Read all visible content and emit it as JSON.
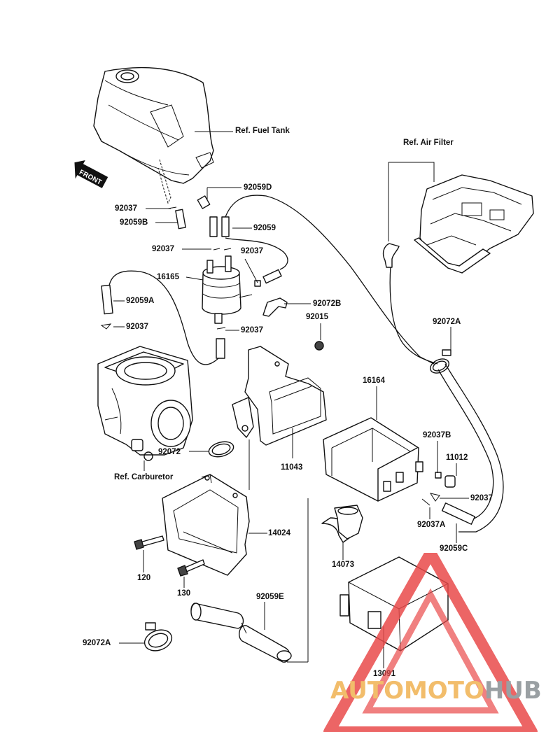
{
  "front_arrow": {
    "label": "FRONT"
  },
  "refs": {
    "fuel_tank": "Ref. Fuel Tank",
    "air_filter": "Ref. Air Filter",
    "carburetor": "Ref. Carburetor"
  },
  "part_labels": {
    "p92059D": "92059D",
    "p92037_a": "92037",
    "p92059B": "92059B",
    "p92059": "92059",
    "p92037_b": "92037",
    "p92037_c": "92037",
    "p16165": "16165",
    "p92059A": "92059A",
    "p92072B": "92072B",
    "p92037_d": "92037",
    "p92015": "92015",
    "p92037_e": "92037",
    "p92072A_top": "92072A",
    "p16164": "16164",
    "p92037B": "92037B",
    "p11012": "11012",
    "p92072": "92072",
    "p11043": "11043",
    "p92037_f": "92037",
    "p92037A": "92037A",
    "p14024": "14024",
    "p92059C": "92059C",
    "p14073": "14073",
    "p120": "120",
    "p130": "130",
    "p92059E": "92059E",
    "p92072A_bot": "92072A",
    "p13091": "13091"
  },
  "watermark": {
    "brand_part1": "AUTOMOTO",
    "brand_part2": "HUB",
    "colors": {
      "triangle": "#e94a4a",
      "text_orange": "#f2bd6b",
      "text_grey": "#9aa0a3"
    }
  }
}
